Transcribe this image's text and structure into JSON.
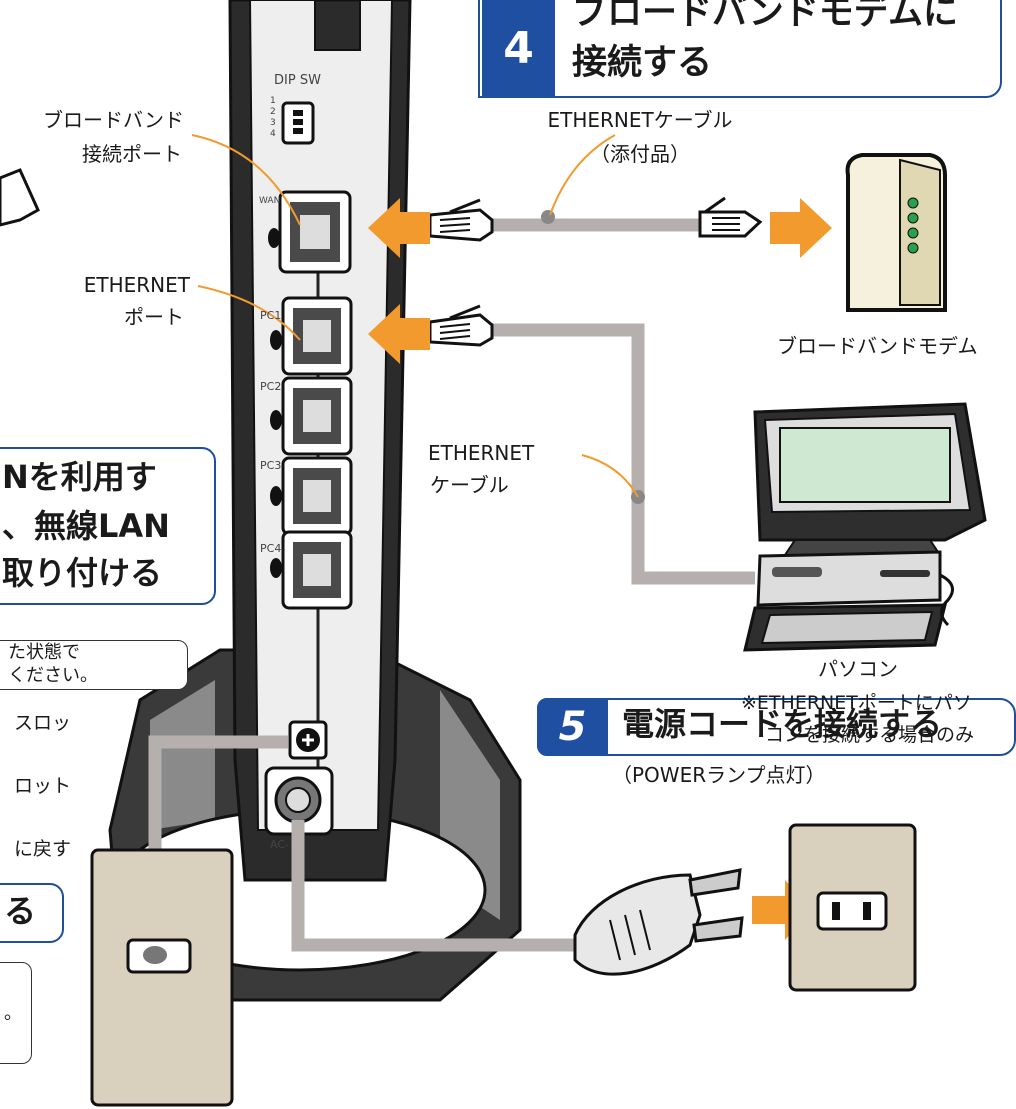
{
  "step4": {
    "number": "4",
    "title_line1": "ブロードバンドモデムに",
    "title_line2": "接続する"
  },
  "step5": {
    "number": "5",
    "title": "電源コードを接続する",
    "subtitle": "（POWERランプ点灯）"
  },
  "left_panel": {
    "title_line1": "Nを利用す",
    "title_line2": "、無線LAN",
    "title_line3": "取り付ける",
    "note_line1": "た状態で",
    "note_line2": "ください。",
    "item1": "スロッ",
    "item2": "ロット",
    "item3": "に戻す",
    "bottom_title": "る",
    "bottom_note": "。"
  },
  "router": {
    "dip_label": "DIP SW",
    "dip_numbers": [
      "1",
      "2",
      "3",
      "4"
    ],
    "port_labels": [
      "WAN",
      "PC1",
      "PC2",
      "PC3",
      "PC4"
    ],
    "ac_label": "AC-"
  },
  "labels": {
    "broadband_port_line1": "ブロードバンド",
    "broadband_port_line2": "接続ポート",
    "ethernet_port_line1": "ETHERNET",
    "ethernet_port_line2": "ポート",
    "cable_included_line1": "ETHERNETケーブル",
    "cable_included_line2": "（添付品）",
    "modem": "ブロードバンドモデム",
    "ethernet_cable_line1": "ETHERNET",
    "ethernet_cable_line2": "ケーブル",
    "pc": "パソコン",
    "pc_note_line1": "※ETHERNETポートにパソ",
    "pc_note_line2": "コンを接続する場合のみ"
  },
  "colors": {
    "accent_blue": "#1f4fa0",
    "arrow_orange": "#f29a2e",
    "cable_gray": "#b5b0ad",
    "outlet_beige": "#d9d1bd",
    "screen_green": "#cfe8d2",
    "modem_cream": "#f6f1dc"
  }
}
